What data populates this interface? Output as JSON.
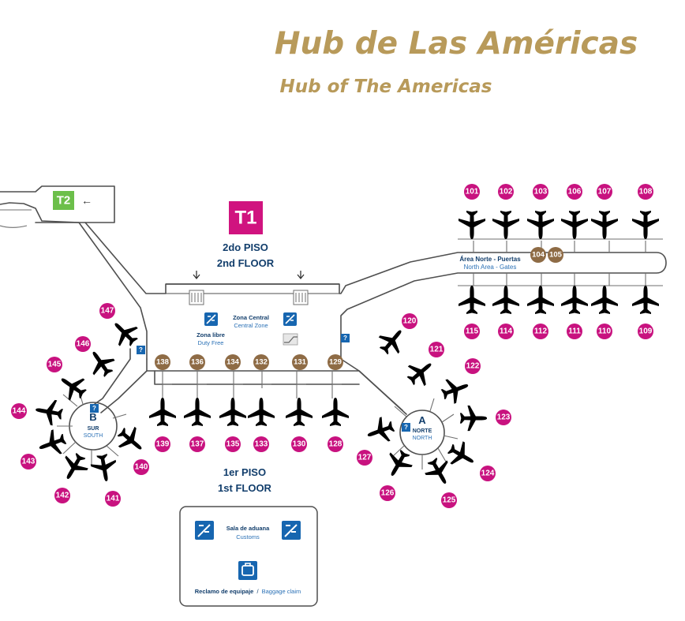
{
  "title": {
    "es": "Hub de Las Américas",
    "en": "Hub of The Americas"
  },
  "terminals": {
    "t1": "T1",
    "t2": "T2",
    "t2_arrow": "←"
  },
  "floors": {
    "upper_es": "2do PISO",
    "upper_en": "2nd FLOOR",
    "lower_es": "1er PISO",
    "lower_en": "1st FLOOR"
  },
  "zones": {
    "central_es": "Zona Central",
    "central_en": "Central Zone",
    "duty_free_es": "Zona libre",
    "duty_free_en": "Duty Free",
    "north_area_es": "Área Norte - Puertas",
    "north_area_en": "North Area - Gates",
    "hub_b_letter": "B",
    "hub_b_es": "SUR",
    "hub_b_en": "SOUTH",
    "hub_a_letter": "A",
    "hub_a_es": "NORTE",
    "hub_a_en": "NORTH",
    "info_symbol": "?"
  },
  "services": {
    "customs_es": "Sala de aduana",
    "customs_en": "Customs",
    "baggage_es": "Reclamo de equipaje",
    "baggage_sep": "/",
    "baggage_en": "Baggage claim"
  },
  "gates": {
    "north_top": [
      "101",
      "102",
      "103",
      "106",
      "107",
      "108"
    ],
    "north_bottom": [
      "115",
      "114",
      "112",
      "111",
      "110",
      "109"
    ],
    "north_mid": [
      "104",
      "105"
    ],
    "central_upper": [
      "138",
      "136",
      "134",
      "132",
      "131",
      "129"
    ],
    "central_lower": [
      "139",
      "137",
      "135",
      "133",
      "130",
      "128"
    ],
    "south_hub": [
      "147",
      "146",
      "145",
      "144",
      "143",
      "142",
      "141",
      "140"
    ],
    "north_hub": [
      "120",
      "121",
      "122",
      "123",
      "124",
      "125",
      "126",
      "127"
    ]
  },
  "colors": {
    "title_gold": "#B89A5A",
    "gate_magenta": "#C8127F",
    "gate_brown": "#8E6B45",
    "navy_text": "#123E6C",
    "icon_blue": "#1766B0",
    "t1_magenta": "#D0137F",
    "t2_green": "#6CBF4A"
  },
  "icons": [
    "customs-icon",
    "baggage-icon",
    "info-icon",
    "escalator-icon",
    "arrow-down-icon",
    "airplane-icon"
  ]
}
